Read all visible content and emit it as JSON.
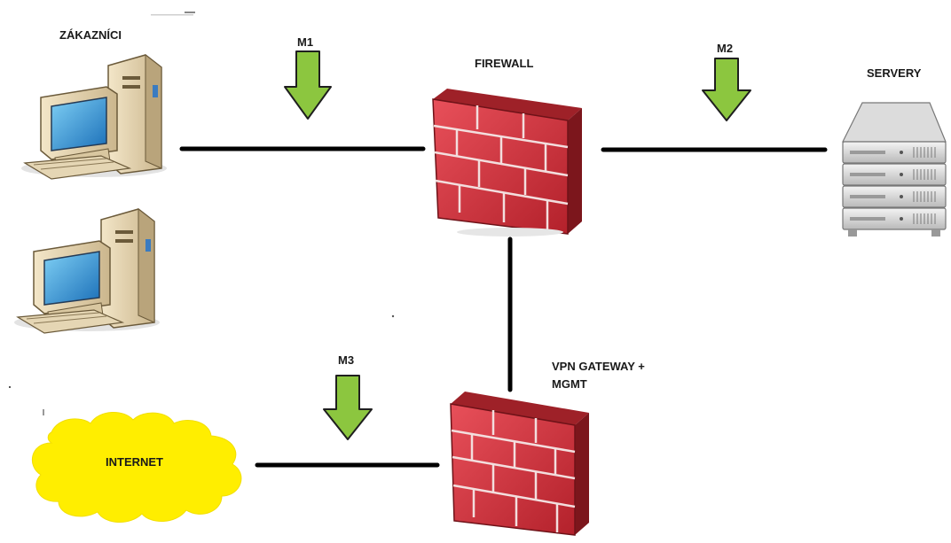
{
  "nodes": {
    "customers": {
      "label": "ZÁKAZNÍCI",
      "icon": "desktop-computer-icon"
    },
    "firewall": {
      "label": "FIREWALL",
      "icon": "brick-firewall-icon"
    },
    "servers": {
      "label": "SERVERY",
      "icon": "server-rack-icon"
    },
    "vpn_gateway": {
      "label": "VPN GATEWAY +\nMGMT",
      "icon": "brick-firewall-icon"
    },
    "internet": {
      "label": "INTERNET",
      "icon": "cloud-icon"
    }
  },
  "measure_points": {
    "m1": {
      "label": "M1"
    },
    "m2": {
      "label": "M2"
    },
    "m3": {
      "label": "M3"
    }
  },
  "colors": {
    "arrow_fill": "#8cc63f",
    "arrow_stroke": "#1f1f1f",
    "brick": "#d9343d",
    "brick_dark": "#8e1c22",
    "mortar": "#f2e8e8",
    "cloud": "#ffee00",
    "link": "#000000"
  }
}
